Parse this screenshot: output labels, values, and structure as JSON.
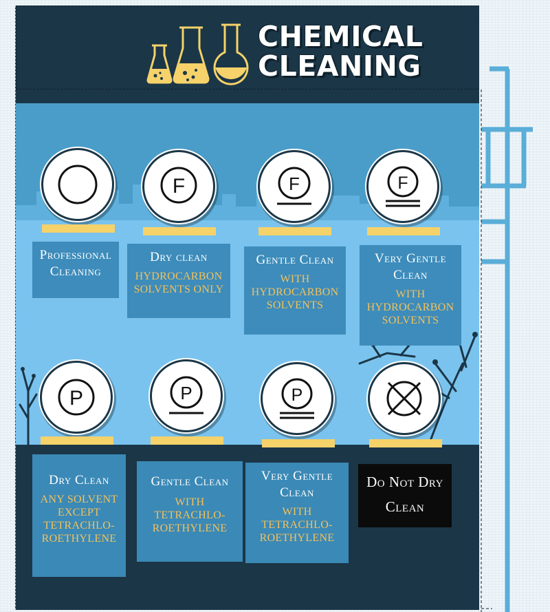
{
  "header": {
    "title_line1": "CHEMICAL",
    "title_line2": "CLEANING"
  },
  "colors": {
    "panel_dark": "#1b3647",
    "sky_light": "#7ac3ee",
    "sky_mid": "#4a9dc9",
    "card_blue": "#3d8cbb",
    "accent_yellow": "#f5d26a",
    "subtext_orange": "#f5c25a",
    "black_card": "#0b0b0b"
  },
  "symbols": [
    {
      "icon": "circle-empty-icon",
      "title": "Professional Cleaning",
      "sub": ""
    },
    {
      "icon": "circle-f-icon",
      "title": "Dry clean",
      "sub": "hydrocarbon solvents only"
    },
    {
      "icon": "circle-f-underline-icon",
      "title": "Gentle Clean",
      "sub": "with hydrocarbon solvents"
    },
    {
      "icon": "circle-f-double-underline-icon",
      "title": "Very Gentle Clean",
      "sub": "with hydrocarbon solvents"
    },
    {
      "icon": "circle-p-icon",
      "title": "Dry Clean",
      "sub": "any solvent except tetrachlo-roethylene"
    },
    {
      "icon": "circle-p-underline-icon",
      "title": "Gentle Clean",
      "sub": "with tetrachlo-roethylene"
    },
    {
      "icon": "circle-p-double-underline-icon",
      "title": "Very Gentle Clean",
      "sub": "with tetrachlo-roethylene"
    },
    {
      "icon": "circle-crossed-icon",
      "title": "Do Not Dry Clean",
      "sub": ""
    }
  ],
  "icon_letters": {
    "f": "F",
    "p": "P"
  }
}
